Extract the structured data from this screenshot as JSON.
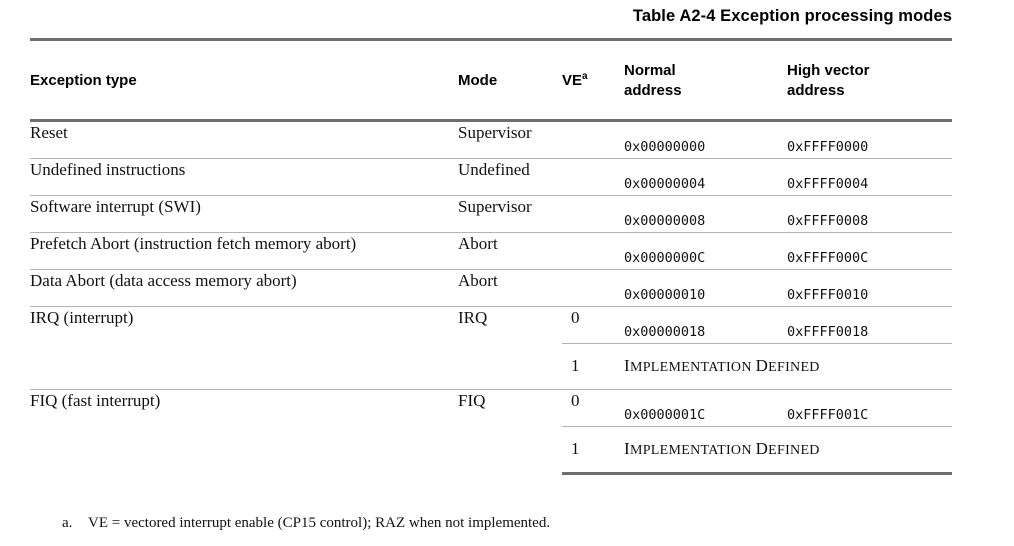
{
  "document": {
    "caption": "Table A2-4 Exception processing modes"
  },
  "table": {
    "headers": {
      "exception_type": "Exception type",
      "mode": "Mode",
      "ve": "VE",
      "ve_footnote_marker": "a",
      "normal_address_line1": "Normal",
      "normal_address_line2": "address",
      "high_vector_line1": "High vector",
      "high_vector_line2": "address"
    },
    "rows": [
      {
        "exception_type": "Reset",
        "mode": "Supervisor",
        "ve": "",
        "normal_address": "0x00000000",
        "high_vector_address": "0xFFFF0000"
      },
      {
        "exception_type": "Undefined instructions",
        "mode": "Undefined",
        "ve": "",
        "normal_address": "0x00000004",
        "high_vector_address": "0xFFFF0004"
      },
      {
        "exception_type": "Software interrupt (SWI)",
        "mode": "Supervisor",
        "ve": "",
        "normal_address": "0x00000008",
        "high_vector_address": "0xFFFF0008"
      },
      {
        "exception_type": "Prefetch Abort (instruction fetch memory abort)",
        "mode": "Abort",
        "ve": "",
        "normal_address": "0x0000000C",
        "high_vector_address": "0xFFFF000C"
      },
      {
        "exception_type": "Data Abort (data access memory abort)",
        "mode": "Abort",
        "ve": "",
        "normal_address": "0x00000010",
        "high_vector_address": "0xFFFF0010"
      }
    ],
    "grouped_rows": [
      {
        "exception_type": "IRQ (interrupt)",
        "mode": "IRQ",
        "sub_rows": [
          {
            "ve": "0",
            "normal_address": "0x00000018",
            "high_vector_address": "0xFFFF0018",
            "implementation_defined": false
          },
          {
            "ve": "1",
            "implementation_defined": true,
            "impdef_first": "I",
            "impdef_rest_1": "MPLEMENTATION",
            "impdef_space": " ",
            "impdef_first_2": "D",
            "impdef_rest_2": "EFINED"
          }
        ]
      },
      {
        "exception_type": "FIQ (fast interrupt)",
        "mode": "FIQ",
        "sub_rows": [
          {
            "ve": "0",
            "normal_address": "0x0000001C",
            "high_vector_address": "0xFFFF001C",
            "implementation_defined": false
          },
          {
            "ve": "1",
            "implementation_defined": true,
            "impdef_first": "I",
            "impdef_rest_1": "MPLEMENTATION",
            "impdef_space": " ",
            "impdef_first_2": "D",
            "impdef_rest_2": "EFINED"
          }
        ]
      }
    ]
  },
  "footnote": {
    "marker": "a.",
    "text": "VE = vectored interrupt enable (CP15 control); RAZ when not implemented."
  },
  "colors": {
    "text": "#000000",
    "rule_thick": "#6e6e6e",
    "rule_thin": "#b4b4b4",
    "background": "#ffffff"
  }
}
